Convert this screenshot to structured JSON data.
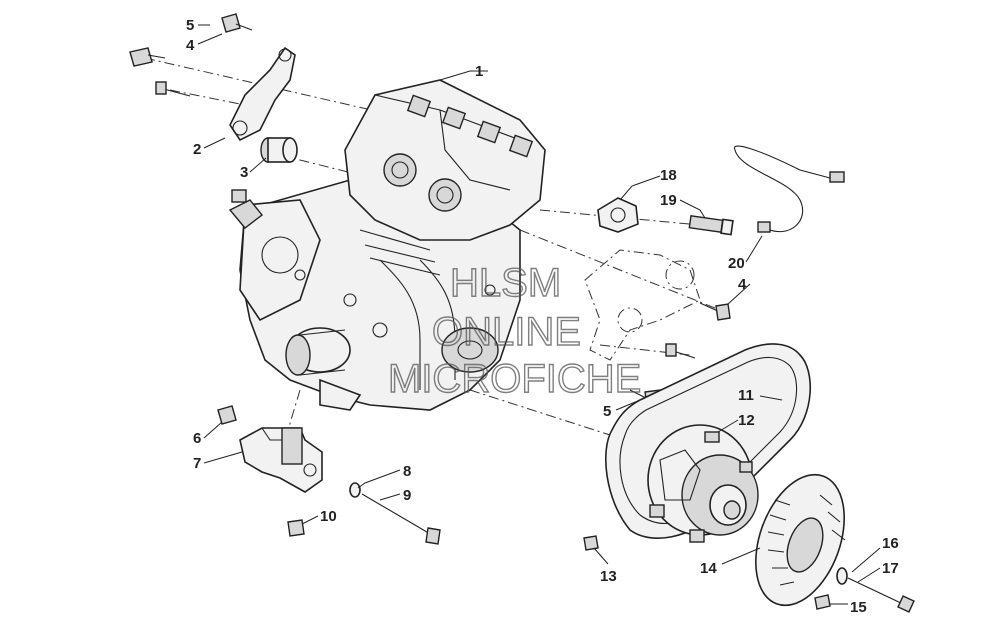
{
  "watermark": {
    "line1": "HLSM",
    "line2": "ONLINE",
    "line3": "MICROFICHE"
  },
  "callouts": {
    "c1": "1",
    "c2": "2",
    "c3": "3",
    "c4a": "4",
    "c4b": "4",
    "c5a": "5",
    "c5b": "5",
    "c6": "6",
    "c7": "7",
    "c8": "8",
    "c9": "9",
    "c10": "10",
    "c11": "11",
    "c12": "12",
    "c13": "13",
    "c14": "14",
    "c15": "15",
    "c16": "16",
    "c17": "17",
    "c18": "18",
    "c19": "19",
    "c20": "20"
  },
  "colors": {
    "line": "#222222",
    "fill": "#f2f2f2",
    "shade": "#d8d8d8",
    "background": "#ffffff"
  }
}
